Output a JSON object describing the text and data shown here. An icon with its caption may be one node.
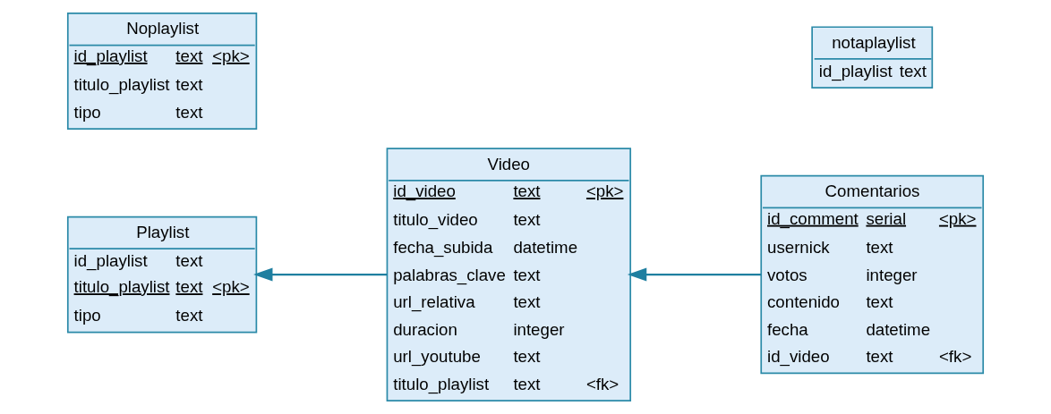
{
  "diagram": {
    "nodes": [
      {
        "text": [
          "Playlist",
          "id_playlist text",
          "titulo_playlist text <pk>",
          "tipo text"
        ]
      },
      {
        "text": [
          "Video",
          "id_video text <pk>",
          "titulo_video text",
          "fecha_subida datetime",
          "palabras_clave text",
          "url_relativa text",
          "duracion integer",
          "url_youtube text",
          "titulo_playlist text <fk>"
        ]
      },
      {
        "text": [
          "Comentarios",
          "id_comment serial <pk>",
          "usernick text",
          "votos integer",
          "contenido text",
          "fecha datetime",
          "id_video text <fk>"
        ]
      },
      {
        "text": [
          "Noplaylist",
          "id_playlist text <pk>",
          "titulo_playlist text",
          "tipo text"
        ]
      },
      {
        "text": [
          "notaplaylist",
          "id_playlist text"
        ]
      }
    ],
    "edges": [
      {
        "from": 1,
        "to": 0,
        "arrow": "to"
      },
      {
        "from": 2,
        "to": 1,
        "arrow": "to"
      }
    ]
  }
}
